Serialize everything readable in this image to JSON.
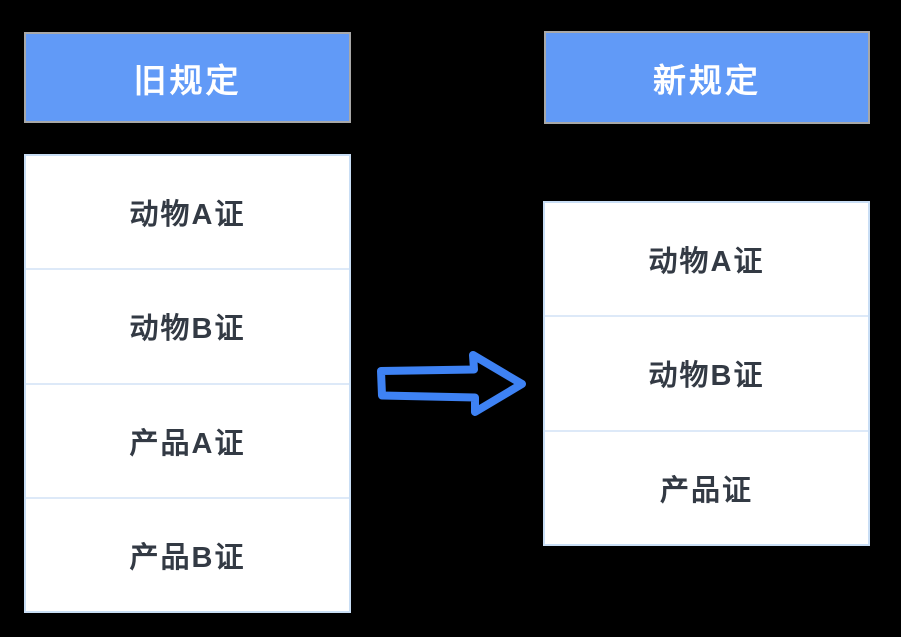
{
  "diagram": {
    "title_implicit": "旧规定与新规定对比",
    "old": {
      "header": "旧规定",
      "items": [
        "动物A证",
        "动物B证",
        "产品A证",
        "产品B证"
      ]
    },
    "new": {
      "header": "新规定",
      "items": [
        "动物A证",
        "动物B证",
        "产品证"
      ]
    },
    "arrow": {
      "icon": "right-arrow-icon",
      "meaning": "旧规定变为新规定"
    },
    "colors": {
      "background": "#000000",
      "header_fill": "#619af7",
      "header_border": "#a8a8a8",
      "header_text": "#ffffff",
      "list_fill": "#ffffff",
      "list_border": "#c9def5",
      "row_divider": "#dde9f8",
      "item_text": "#333a44",
      "arrow_stroke": "#3e82f4"
    }
  }
}
